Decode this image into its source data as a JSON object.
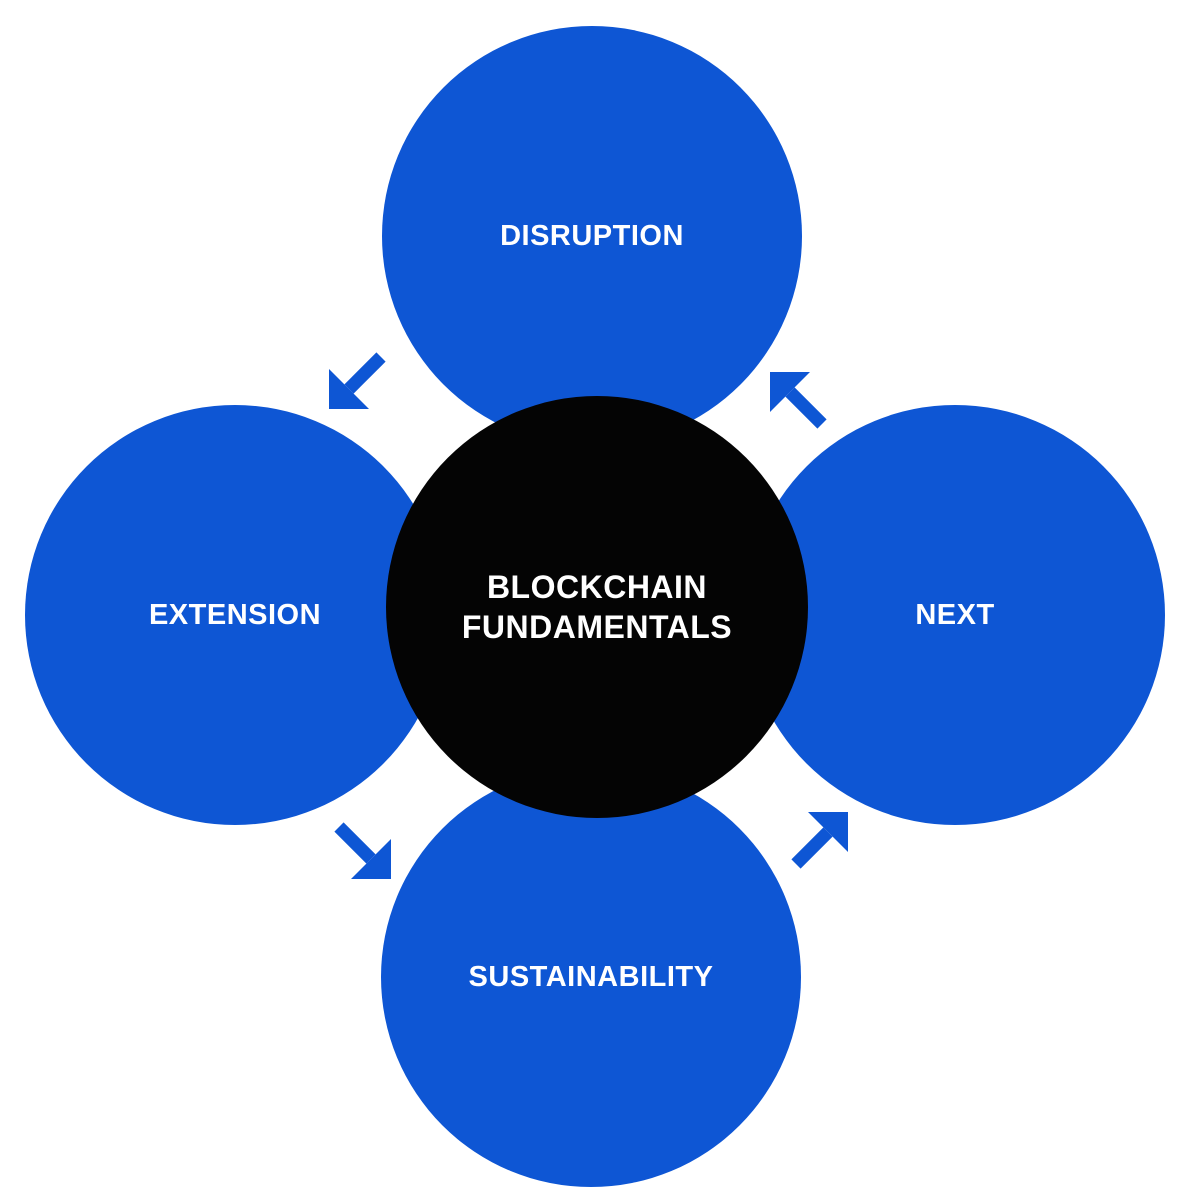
{
  "colors": {
    "blue": "#0e56d4",
    "black": "#040404",
    "white": "#ffffff",
    "background": "#ffffff"
  },
  "center": {
    "lines": [
      "BLOCKCHAIN",
      "FUNDAMENTALS"
    ]
  },
  "nodes": {
    "top": {
      "label": "DISRUPTION"
    },
    "left": {
      "label": "EXTENSION"
    },
    "right": {
      "label": "NEXT"
    },
    "bottom": {
      "label": "SUSTAINABILITY"
    }
  },
  "arrows": [
    {
      "name": "disruption-to-extension",
      "direction": "down-left"
    },
    {
      "name": "extension-to-sustainability",
      "direction": "down-right"
    },
    {
      "name": "sustainability-to-next",
      "direction": "up-right"
    },
    {
      "name": "next-to-disruption",
      "direction": "up-left"
    }
  ]
}
